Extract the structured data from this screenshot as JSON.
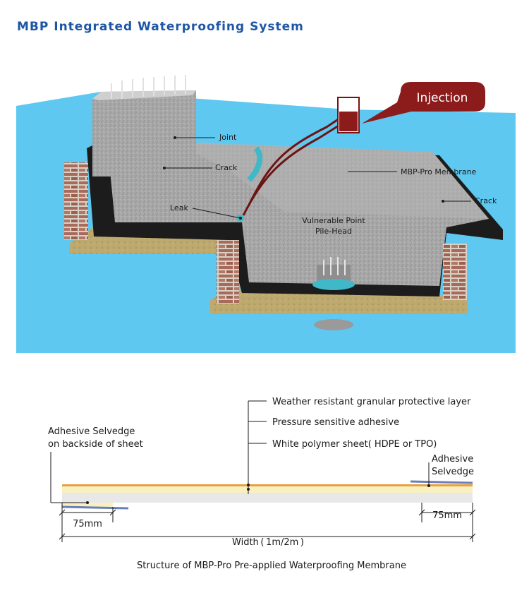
{
  "header": {
    "title": "MBP Integrated Waterproofing System"
  },
  "scene": {
    "injection": "Injection",
    "joint": "Joint",
    "crack_left": "Crack",
    "leak": "Leak",
    "membrane": "MBP-Pro Membrane",
    "crack_right": "Crack",
    "vulnerable_line1": "Vulnerable Point",
    "vulnerable_line2": "Pile-Head"
  },
  "structure": {
    "layer_weather": "Weather  resistant granular protective layer",
    "layer_adhesive": "Pressure sensitive adhesive",
    "layer_sheet": "White polymer sheet( HDPE or TPO)",
    "selvedge_back_line1": "Adhesive Selvedge",
    "selvedge_back_line2": "on backside of sheet",
    "selvedge_right_line1": "Adhesive",
    "selvedge_right_line2": "Selvedge",
    "dim_left": "75mm",
    "dim_right": "75mm",
    "width_label": "Width ( 1m/2m )",
    "caption": "Structure of MBP-Pro Pre-applied Waterproofing Membrane"
  },
  "colors": {
    "title": "#1e56a6",
    "water": "#5ec8f0",
    "membrane": "#1c1c1c",
    "concrete": "#9a9a9a",
    "soil": "#b8a46a",
    "injection_bubble": "#8c1c1c",
    "sheet_top": "#e8a040",
    "sheet_body": "#f8f0c0",
    "sheet_base": "#e8e8e8",
    "selvedge": "#6a7fb8"
  }
}
